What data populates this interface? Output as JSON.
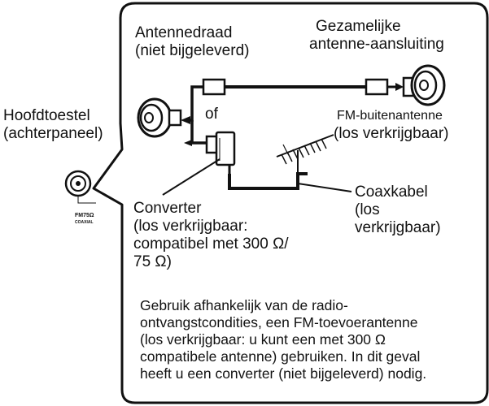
{
  "main_unit": {
    "line1": "Hoofdtoestel",
    "line2": "(achterpaneel)"
  },
  "jack": {
    "line1": "FM75Ω",
    "line2": "COAXIAL"
  },
  "antenna_wire": {
    "line1": "Antennedraad",
    "line2": "(niet bijgeleverd)"
  },
  "common_antenna": {
    "line1": "Gezamelijke",
    "line2": "antenne-aansluiting"
  },
  "or_label": "of",
  "fm_outdoor": {
    "line1": "FM-buitenantenne",
    "line2": "(los verkrijgbaar)"
  },
  "coax": {
    "line1": "Coaxkabel",
    "line2": "(los",
    "line3": "verkrijgbaar)"
  },
  "converter": {
    "line1": "Converter",
    "line2": "(los verkrijgbaar:",
    "line3": "compatibel met 300 Ω/",
    "line4": "75 Ω)"
  },
  "note": [
    "Gebruik afhankelijk van de radio-",
    "ontvangstcondities, een FM-toevoerantenne",
    "(los verkrijgbaar: u kunt een met 300  Ω",
    "compatibele antenne) gebruiken. In dit geval",
    "heeft u een converter (niet bijgeleverd) nodig."
  ],
  "colors": {
    "ink": "#111111",
    "background": "#ffffff"
  }
}
